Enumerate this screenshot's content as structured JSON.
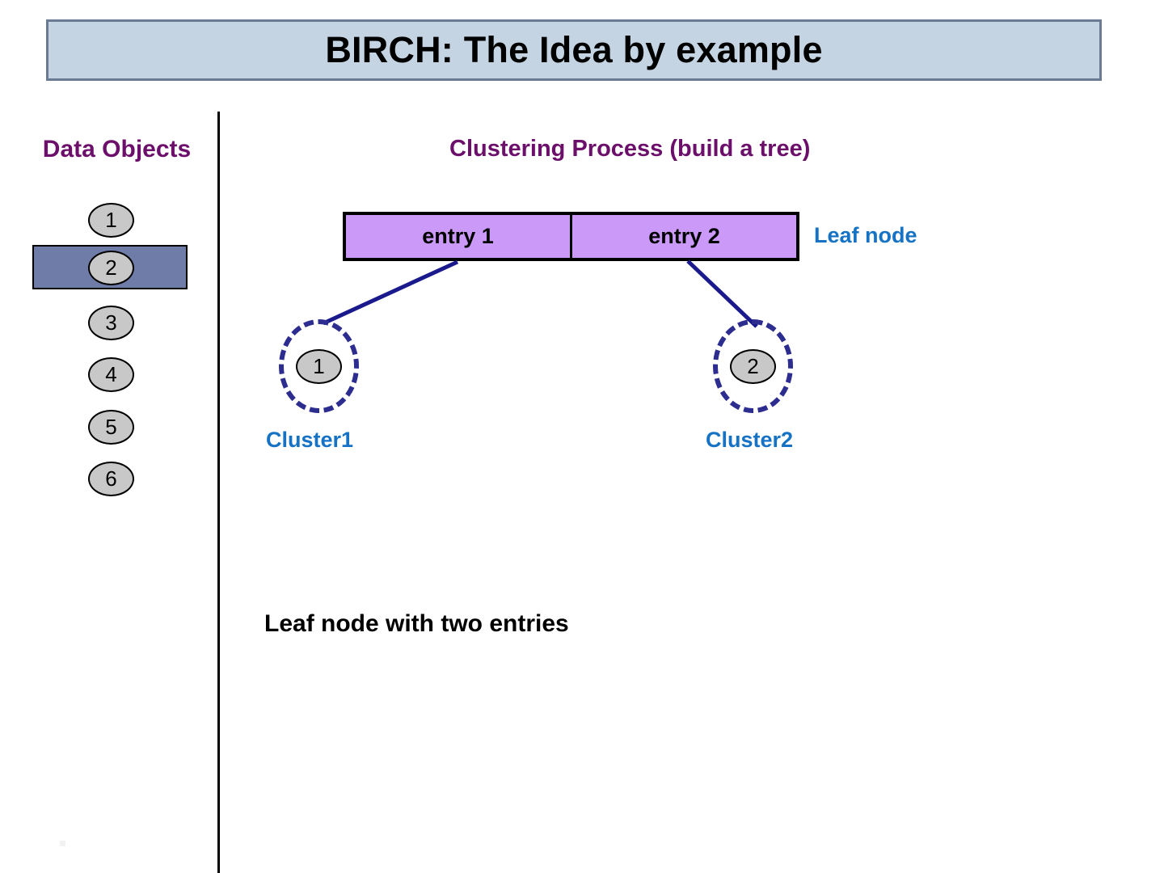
{
  "slide": {
    "title": "BIRCH: The Idea by example",
    "background_color": "#ffffff",
    "title_bar_color": "#c5d4e3",
    "title_border_color": "#6b7b93"
  },
  "left_panel": {
    "heading": "Data Objects",
    "heading_color": "#6b0f6b",
    "selected_index": 2,
    "highlight_color": "#6f7ca8",
    "objects": [
      {
        "label": "1",
        "selected": false
      },
      {
        "label": "2",
        "selected": true
      },
      {
        "label": "3",
        "selected": false
      },
      {
        "label": "4",
        "selected": false
      },
      {
        "label": "5",
        "selected": false
      },
      {
        "label": "6",
        "selected": false
      }
    ]
  },
  "right_panel": {
    "heading": "Clustering Process   (build a tree)",
    "heading_color": "#6b0f6b",
    "leaf_node": {
      "fill_color": "#cb99f7",
      "entries": [
        {
          "label": "entry 1"
        },
        {
          "label": "entry 2"
        }
      ],
      "annotation": "Leaf node",
      "annotation_color": "#1572c4"
    },
    "clusters": [
      {
        "point_label": "1",
        "label": "Cluster1",
        "ring_color": "#2d2d8f",
        "label_color": "#1572c4"
      },
      {
        "point_label": "2",
        "label": "Cluster2",
        "ring_color": "#2d2d8f",
        "label_color": "#1572c4"
      }
    ],
    "connector_color": "#1a1a8c",
    "caption": "Leaf node with two entries"
  }
}
